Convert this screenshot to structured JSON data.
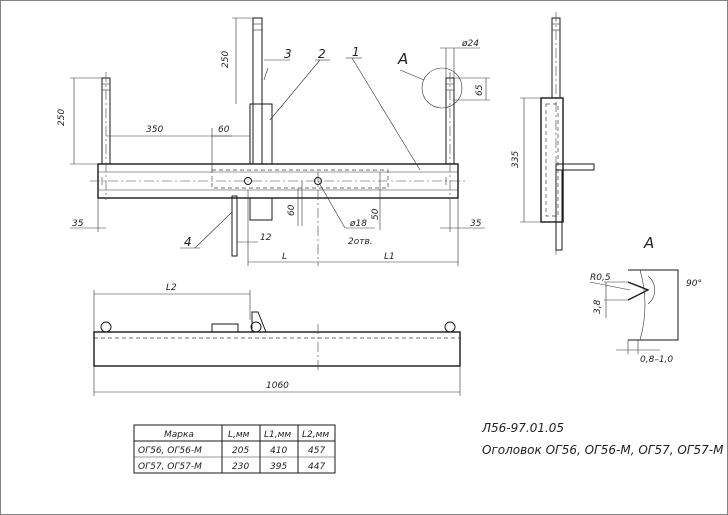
{
  "drawing": {
    "code": "Л56-97.01.05",
    "title": "Оголовок ОГ56, ОГ56-М, ОГ57, ОГ57-М",
    "view_label": "А",
    "detail_label": "А"
  },
  "parts": [
    "1",
    "2",
    "3",
    "4"
  ],
  "dimensions": {
    "front_stud_height": "250",
    "left_stud_height": "250",
    "left_offset": "350",
    "plate_offset": "60",
    "left_edge": "35",
    "right_edge": "35",
    "small_gap": "12",
    "plate_height": "60",
    "hole_offset": "50",
    "hole_note": "ø18",
    "hole_count": "2отв.",
    "L": "L",
    "L1": "L1",
    "stud_dia": "ø24",
    "stud_len": "65",
    "side_height": "335",
    "L2": "L2",
    "total_length": "1060",
    "detail_radius": "R0,5",
    "detail_angle": "90°",
    "detail_depth": "3,8",
    "detail_range": "0,8–1,0"
  },
  "table": {
    "headers": [
      "Марка",
      "L,мм",
      "L1,мм",
      "L2,мм"
    ],
    "rows": [
      [
        "ОГ56, ОГ56-М",
        "205",
        "410",
        "457"
      ],
      [
        "ОГ57, ОГ57-М",
        "230",
        "395",
        "447"
      ]
    ]
  }
}
